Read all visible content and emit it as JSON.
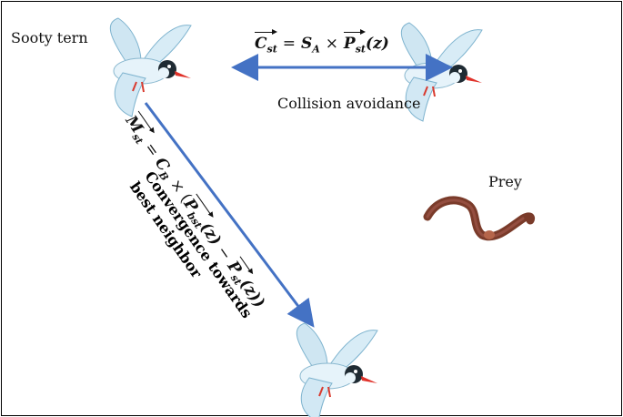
{
  "labels": {
    "bird": "Sooty tern",
    "collision": "Collision avoidance",
    "prey": "Prey",
    "convergence_line1": "Convergence towards",
    "convergence_line2": "best neighbor"
  },
  "equations": {
    "collision": {
      "lhs": "C",
      "lhs_sub": "st",
      "eq": "=",
      "coef": "S",
      "coef_sub": "A",
      "times": "×",
      "term": "P",
      "term_sub": "st",
      "term_arg": "(z)"
    },
    "convergence": {
      "lhs": "M",
      "lhs_sub": "st",
      "eq": "=",
      "coef": "C",
      "coef_sub": "B",
      "times": "× (",
      "t1": "P",
      "t1_sub": "bst",
      "t1_arg": "(z)",
      "minus": "−",
      "t2": "P",
      "t2_sub": "st",
      "t2_arg": "(z))"
    }
  },
  "colors": {
    "arrow": "#4472c4",
    "worm": "#7a3b2a",
    "bird_body": "#dbeef7",
    "bird_wing": "#c9e4f1",
    "bird_beak": "#e0322a"
  },
  "icons": [
    "bird-icon",
    "worm-icon"
  ]
}
